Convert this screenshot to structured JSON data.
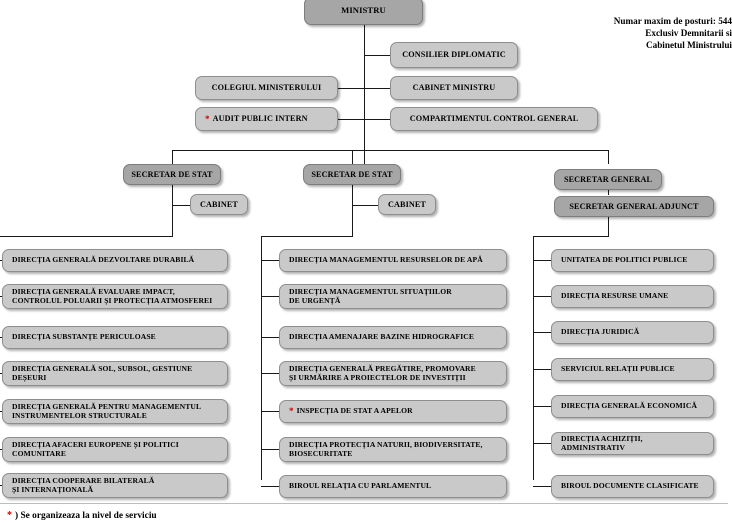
{
  "document": {
    "title": "MINISTRU",
    "note_lines": [
      "Numar maxim de posturi: 544",
      "Exclusiv Demnitarii si",
      "Cabinetul Ministrului"
    ],
    "footnote": {
      "marker": "*",
      "text": ") Se organizeaza la nivel de serviciu"
    }
  },
  "top": {
    "ministru": "MINISTRU",
    "consilier_diplomatic": "CONSILIER DIPLOMATIC",
    "colegiul_ministerului": "COLEGIUL MINISTERULUI",
    "cabinet_ministru": "CABINET MINISTRU",
    "audit_public_intern": "AUDIT PUBLIC INTERN",
    "audit_marker": "*",
    "compartimentul_control_general": "COMPARTIMENTUL CONTROL GENERAL"
  },
  "level2": {
    "secretar_de_stat_1": "SECRETAR DE STAT",
    "cabinet_1": "CABINET",
    "secretar_de_stat_2": "SECRETAR DE STAT",
    "cabinet_2": "CABINET",
    "secretar_general": "SECRETAR GENERAL",
    "secretar_general_adjunct": "SECRETAR GENERAL ADJUNCT"
  },
  "columns": {
    "left": [
      {
        "lines": [
          "DIRECȚIA GENERALĂ DEZVOLTARE DURABILĂ"
        ]
      },
      {
        "lines": [
          "DIRECȚIA GENERALĂ EVALUARE IMPACT,",
          "CONTROLUL POLUARII ȘI PROTECȚIA ATMOSFEREI"
        ]
      },
      {
        "lines": [
          "DIRECȚIA SUBSTANȚE PERICULOASE"
        ]
      },
      {
        "lines": [
          "DIRECȚIA GENERALĂ SOL, SUBSOL, GESTIUNE",
          "DEȘEURI"
        ]
      },
      {
        "lines": [
          "DIRECȚIA GENERALĂ  PENTRU MANAGEMENTUL",
          "INSTRUMENTELOR STRUCTURALE"
        ]
      },
      {
        "lines": [
          "DIRECȚIA AFACERI EUROPENE ȘI POLITICI",
          "COMUNITARE"
        ]
      },
      {
        "lines": [
          "DIRECȚIA COOPERARE BILATERALĂ",
          "ȘI INTERNAȚIONALĂ"
        ]
      }
    ],
    "middle": [
      {
        "lines": [
          "DIRECȚIA MANAGEMENTUL RESURSELOR DE APĂ"
        ]
      },
      {
        "lines": [
          "DIRECȚIA MANAGEMENTUL SITUAȚIILOR",
          "DE URGENȚĂ"
        ]
      },
      {
        "lines": [
          "DIRECȚIA AMENAJARE BAZINE HIDROGRAFICE"
        ]
      },
      {
        "lines": [
          "DIRECȚIA GENERALĂ PREGĂTIRE, PROMOVARE",
          "ȘI URMĂRIRE A PROIECTELOR  DE INVESTIȚII"
        ]
      },
      {
        "marker": "*",
        "lines": [
          "INSPECȚIA DE STAT A APELOR"
        ]
      },
      {
        "lines": [
          "DIRECȚIA PROTECȚIA NATURII, BIODIVERSITATE,",
          "BIOSECURITATE"
        ]
      },
      {
        "lines": [
          "BIROUL RELAȚIA CU PARLAMENTUL"
        ]
      }
    ],
    "right": [
      {
        "lines": [
          "UNITATEA DE POLITICI PUBLICE"
        ]
      },
      {
        "lines": [
          "DIRECȚIA RESURSE UMANE"
        ]
      },
      {
        "lines": [
          "DIRECȚIA JURIDICĂ"
        ]
      },
      {
        "lines": [
          "SERVICIUL  RELAȚII PUBLICE"
        ]
      },
      {
        "lines": [
          "DIRECȚIA  GENERALĂ ECONOMICĂ"
        ]
      },
      {
        "lines": [
          "DIRECȚIA ACHIZIȚII, ADMINISTRATIV"
        ]
      },
      {
        "lines": [
          "BIROUL  DOCUMENTE CLASIFICATE"
        ]
      }
    ]
  },
  "colors": {
    "box_light": "#c9c9c9",
    "box_dark": "#a6a6a6",
    "marker_red": "#d40000",
    "line": "#1a1a1a"
  }
}
